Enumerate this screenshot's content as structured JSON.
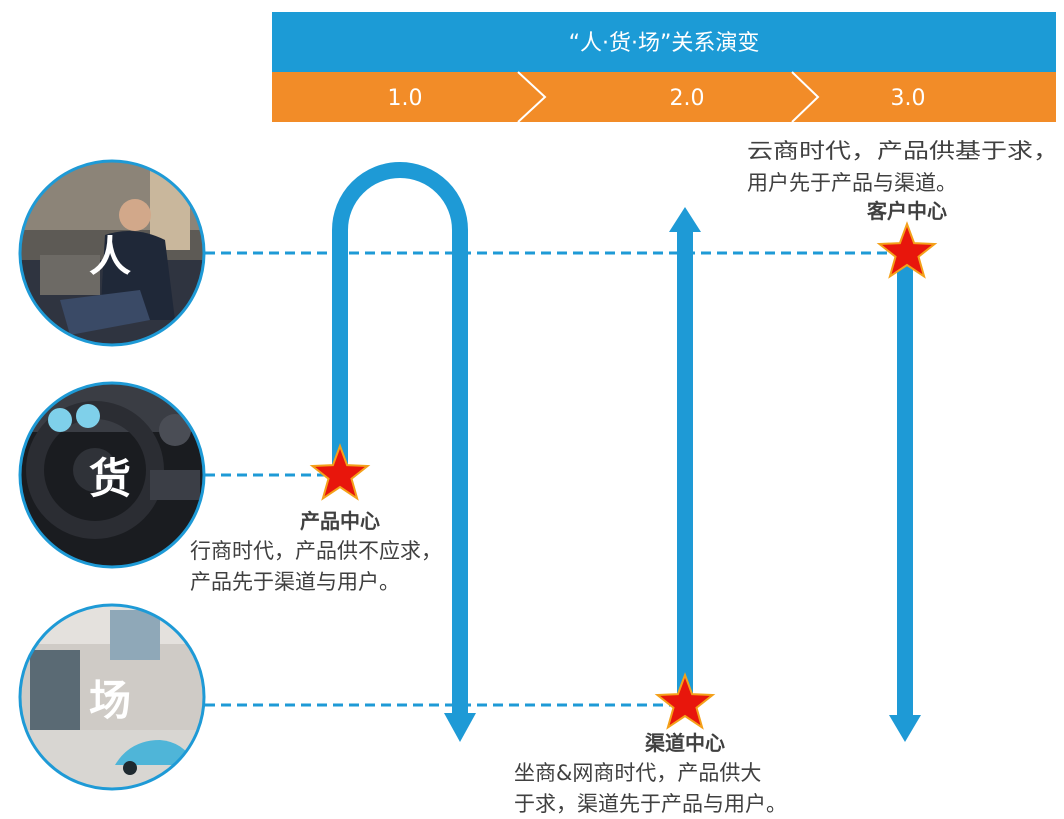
{
  "header": {
    "title": "“人·货·场”关系演变",
    "steps": [
      "1.0",
      "2.0",
      "3.0"
    ]
  },
  "circles": [
    {
      "label": "人",
      "photo": "person-on-sofa-photo"
    },
    {
      "label": "货",
      "photo": "car-steering-wheel-photo"
    },
    {
      "label": "场",
      "photo": "car-showroom-photo"
    }
  ],
  "stages": [
    {
      "title": "产品中心",
      "desc": [
        "行商时代，产品供不应求，",
        "产品先于渠道与用户。"
      ]
    },
    {
      "title": "渠道中心",
      "desc": [
        "坐商&网商时代，产品供大",
        "于求，渠道先于产品与用户。"
      ]
    },
    {
      "title": "客户中心",
      "desc": [
        "云商时代，产品供基于求，",
        "用户先于产品与渠道。"
      ]
    }
  ],
  "colors": {
    "header_blue": "#1c9bd6",
    "step_orange": "#f28c28",
    "arrow_blue": "#1e9ad6",
    "star_red": "#e8160c",
    "star_outline": "#f4a11a",
    "text_gray": "#404040"
  }
}
